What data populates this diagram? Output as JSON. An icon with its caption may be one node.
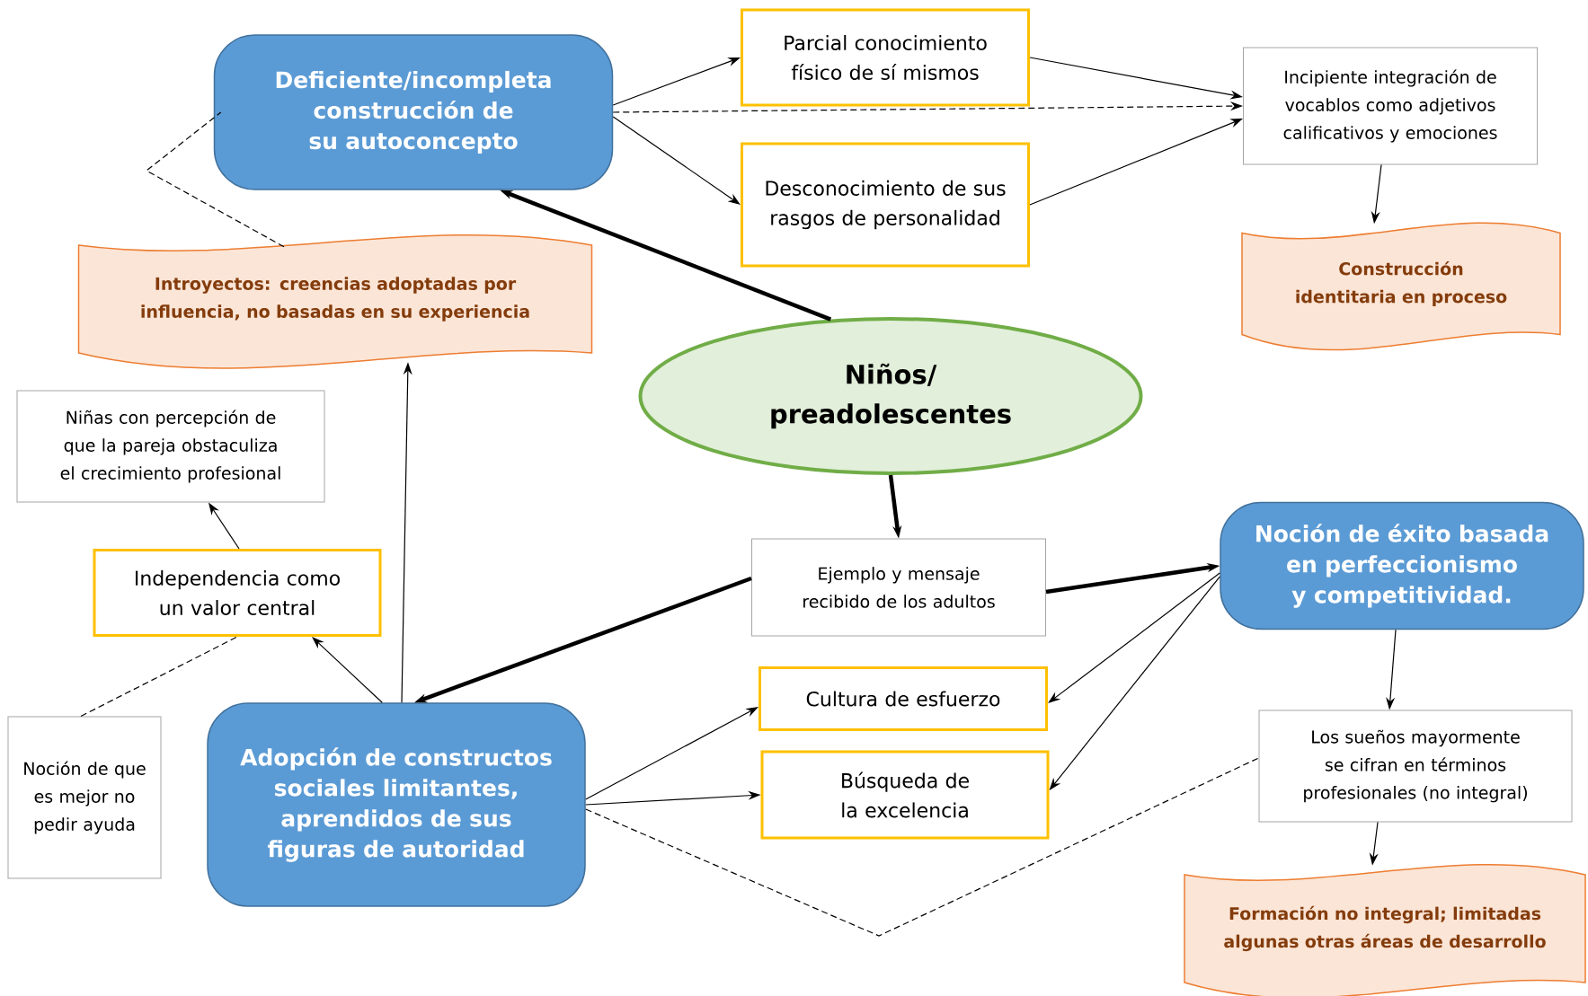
{
  "diagram": {
    "nodes": [
      {
        "text": [
          "Deficiente/incompleta construcción de su autoconcepto"
        ]
      },
      {
        "text": [
          "Parcial conocimiento físico de sí mismos"
        ]
      },
      {
        "text": [
          "Desconocimiento de sus rasgos de personalidad"
        ]
      },
      {
        "text": [
          "Incipiente integración de vocablos como adjetivos calificativos y emociones"
        ]
      },
      {
        "text": [
          "Construcción identitaria en proceso"
        ]
      },
      {
        "text": [
          "Introyectos: creencias adoptadas por influencia, no basadas en su experiencia"
        ]
      },
      {
        "text": [
          "Niños/ preadolescentes"
        ]
      },
      {
        "text": [
          "Niñas con percepción de que la pareja obstaculiza el crecimiento profesional"
        ]
      },
      {
        "text": [
          "Ejemplo y mensaje recibido de los adultos"
        ]
      },
      {
        "text": [
          "Noción de éxito basada en perfeccionismo y competitividad."
        ]
      },
      {
        "text": [
          "Independencia como un valor central"
        ]
      },
      {
        "text": [
          "Cultura de esfuerzo"
        ]
      },
      {
        "text": [
          "Noción de que es mejor no pedir ayuda"
        ]
      },
      {
        "text": [
          "Adopción de constructos sociales limitantes, aprendidos de sus figuras de autoridad"
        ]
      },
      {
        "text": [
          "Búsqueda de la excelencia"
        ]
      },
      {
        "text": [
          "Los sueños mayormente se cifran en términos profesionales (no integral)"
        ]
      },
      {
        "text": [
          "Formación no integral; limitadas algunas otras áreas de desarrollo"
        ]
      }
    ],
    "edges": [
      {
        "from": 0,
        "to": 1,
        "arrow": "to"
      },
      {
        "from": 0,
        "to": 2,
        "arrow": "to"
      },
      {
        "from": 0,
        "to": 3,
        "arrow": "to",
        "style": "dashed"
      },
      {
        "from": 1,
        "to": 3,
        "arrow": "to"
      },
      {
        "from": 2,
        "to": 3,
        "arrow": "to"
      },
      {
        "from": 3,
        "to": 4,
        "arrow": "to"
      },
      {
        "from": 5,
        "to": 0,
        "arrow": "none",
        "style": "dashed"
      },
      {
        "from": 6,
        "to": 0,
        "arrow": "to",
        "style": "thick"
      },
      {
        "from": 6,
        "to": 8,
        "arrow": "to",
        "style": "thick"
      },
      {
        "from": 8,
        "to": 9,
        "arrow": "to",
        "style": "thick"
      },
      {
        "from": 8,
        "to": 13,
        "arrow": "to",
        "style": "thick"
      },
      {
        "from": 13,
        "to": 5,
        "arrow": "to"
      },
      {
        "from": 13,
        "to": 10,
        "arrow": "to"
      },
      {
        "from": 10,
        "to": 7,
        "arrow": "to"
      },
      {
        "from": 12,
        "to": 10,
        "arrow": "none",
        "style": "dashed"
      },
      {
        "from": 13,
        "to": 11,
        "arrow": "to"
      },
      {
        "from": 13,
        "to": 14,
        "arrow": "to"
      },
      {
        "from": 9,
        "to": 11,
        "arrow": "to"
      },
      {
        "from": 9,
        "to": 14,
        "arrow": "to"
      },
      {
        "from": 9,
        "to": 15,
        "arrow": "to"
      },
      {
        "from": 15,
        "to": 16,
        "arrow": "to"
      },
      {
        "from": 13,
        "to": 15,
        "arrow": "none",
        "style": "dashed"
      }
    ]
  }
}
